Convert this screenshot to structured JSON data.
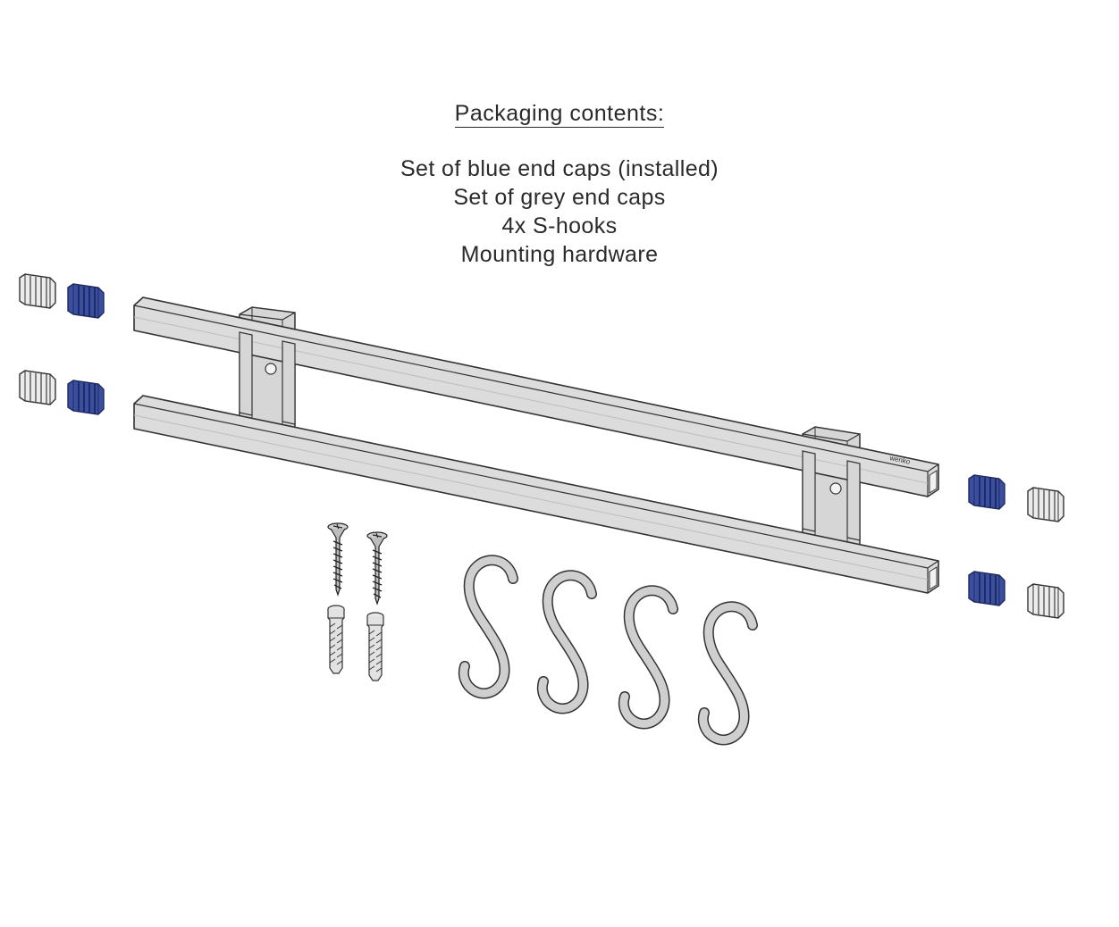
{
  "caption": {
    "heading": "Packaging contents:",
    "items": [
      "Set of blue end caps (installed)",
      "Set of grey end caps",
      "4x S-hooks",
      "Mounting hardware"
    ]
  },
  "engraving": "wenko",
  "colors": {
    "rail": "#dcdcdc",
    "rail_top": "#ececec",
    "outline": "#333333",
    "cap_blue": "#3a4fa3",
    "cap_grey": "#e6e6e6",
    "hook": "#cfcfcf"
  },
  "icons": {
    "blue_cap": "blue-end-cap-icon",
    "grey_cap": "grey-end-cap-icon",
    "screw": "screw-icon",
    "dowel": "wall-plug-icon",
    "s_hook": "s-hook-icon"
  }
}
